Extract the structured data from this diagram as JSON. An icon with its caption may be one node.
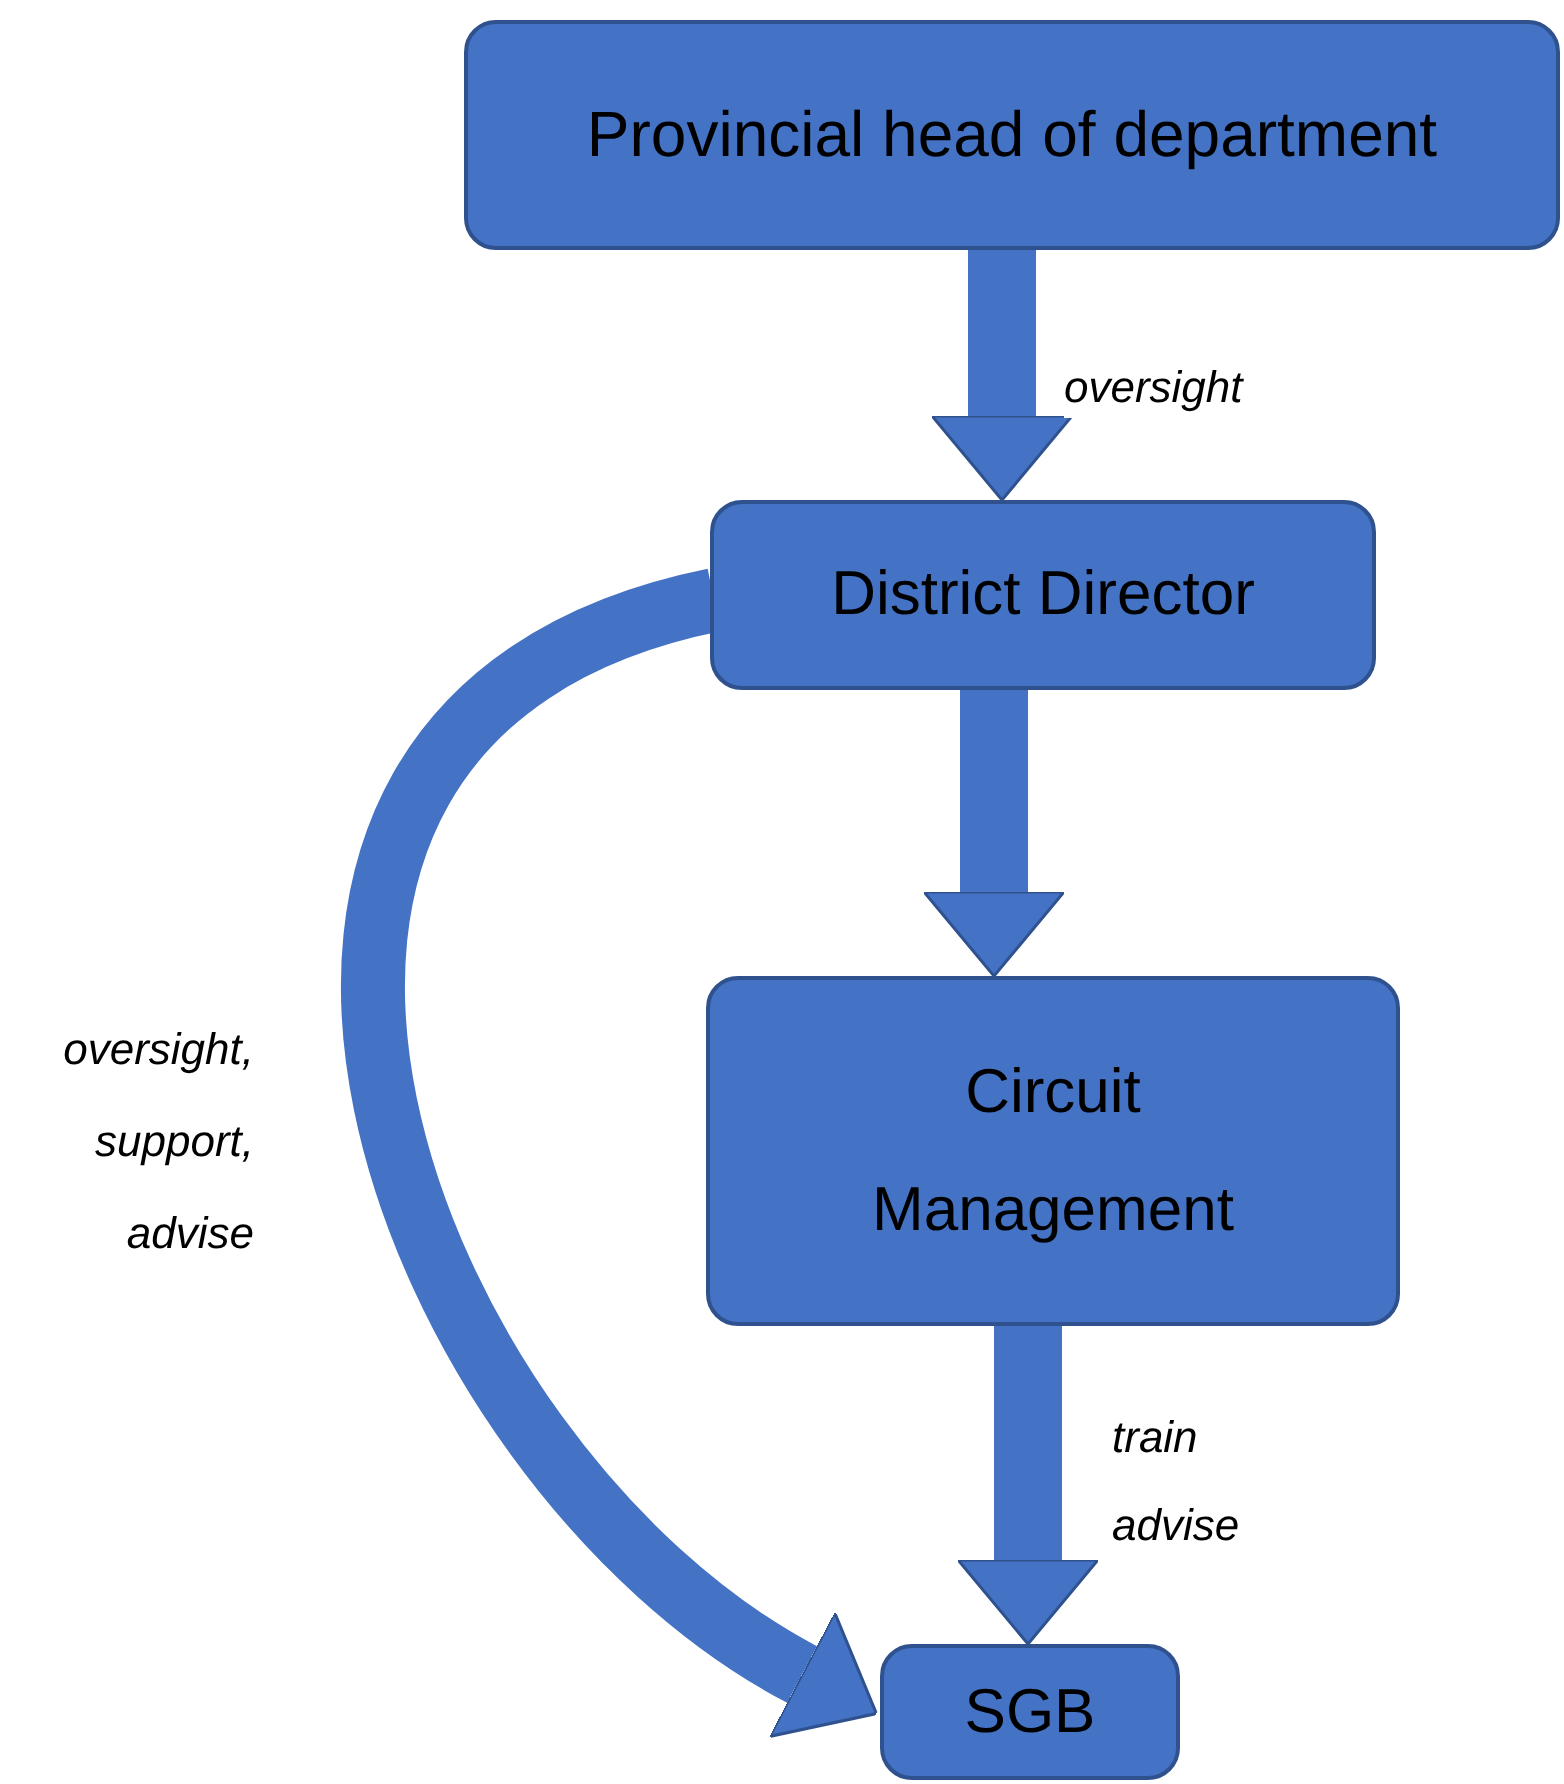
{
  "diagram": {
    "nodes": [
      {
        "text": [
          "Provincial head of department"
        ]
      },
      {
        "text": [
          "District Director"
        ]
      },
      {
        "text": [
          "Circuit Management"
        ]
      },
      {
        "text": [
          "SGB"
        ]
      }
    ],
    "edges": [
      {
        "from": 0,
        "to": 1,
        "arrow": "to",
        "label": "oversight"
      },
      {
        "from": 1,
        "to": 2,
        "arrow": "to"
      },
      {
        "from": 2,
        "to": 3,
        "arrow": "to",
        "label": "train advise"
      },
      {
        "from": 1,
        "to": 3,
        "arrow": "to",
        "label": "oversight, support, advise"
      }
    ]
  }
}
